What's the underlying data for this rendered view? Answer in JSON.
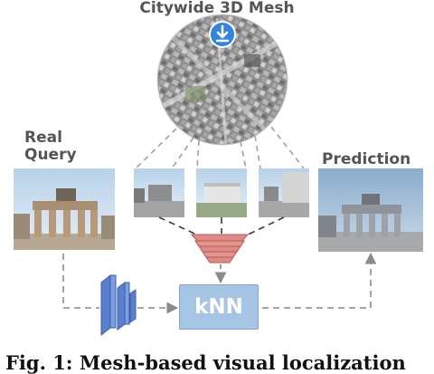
{
  "labels": {
    "title": "Citywide 3D Mesh",
    "real_query_line1": "Real",
    "real_query_line2": "Query",
    "prediction": "Prediction",
    "knn": "kNN",
    "caption": "Fig. 1: Mesh-based visual localization"
  },
  "icons": {
    "download": "download-icon"
  },
  "colors": {
    "download_badge": "#2f86dc",
    "knn_box": "#a6c5e4",
    "encoder_red": "#e08a86",
    "encoder_blue": "#6f8fd6",
    "dashed_line": "#8a8a8a"
  }
}
